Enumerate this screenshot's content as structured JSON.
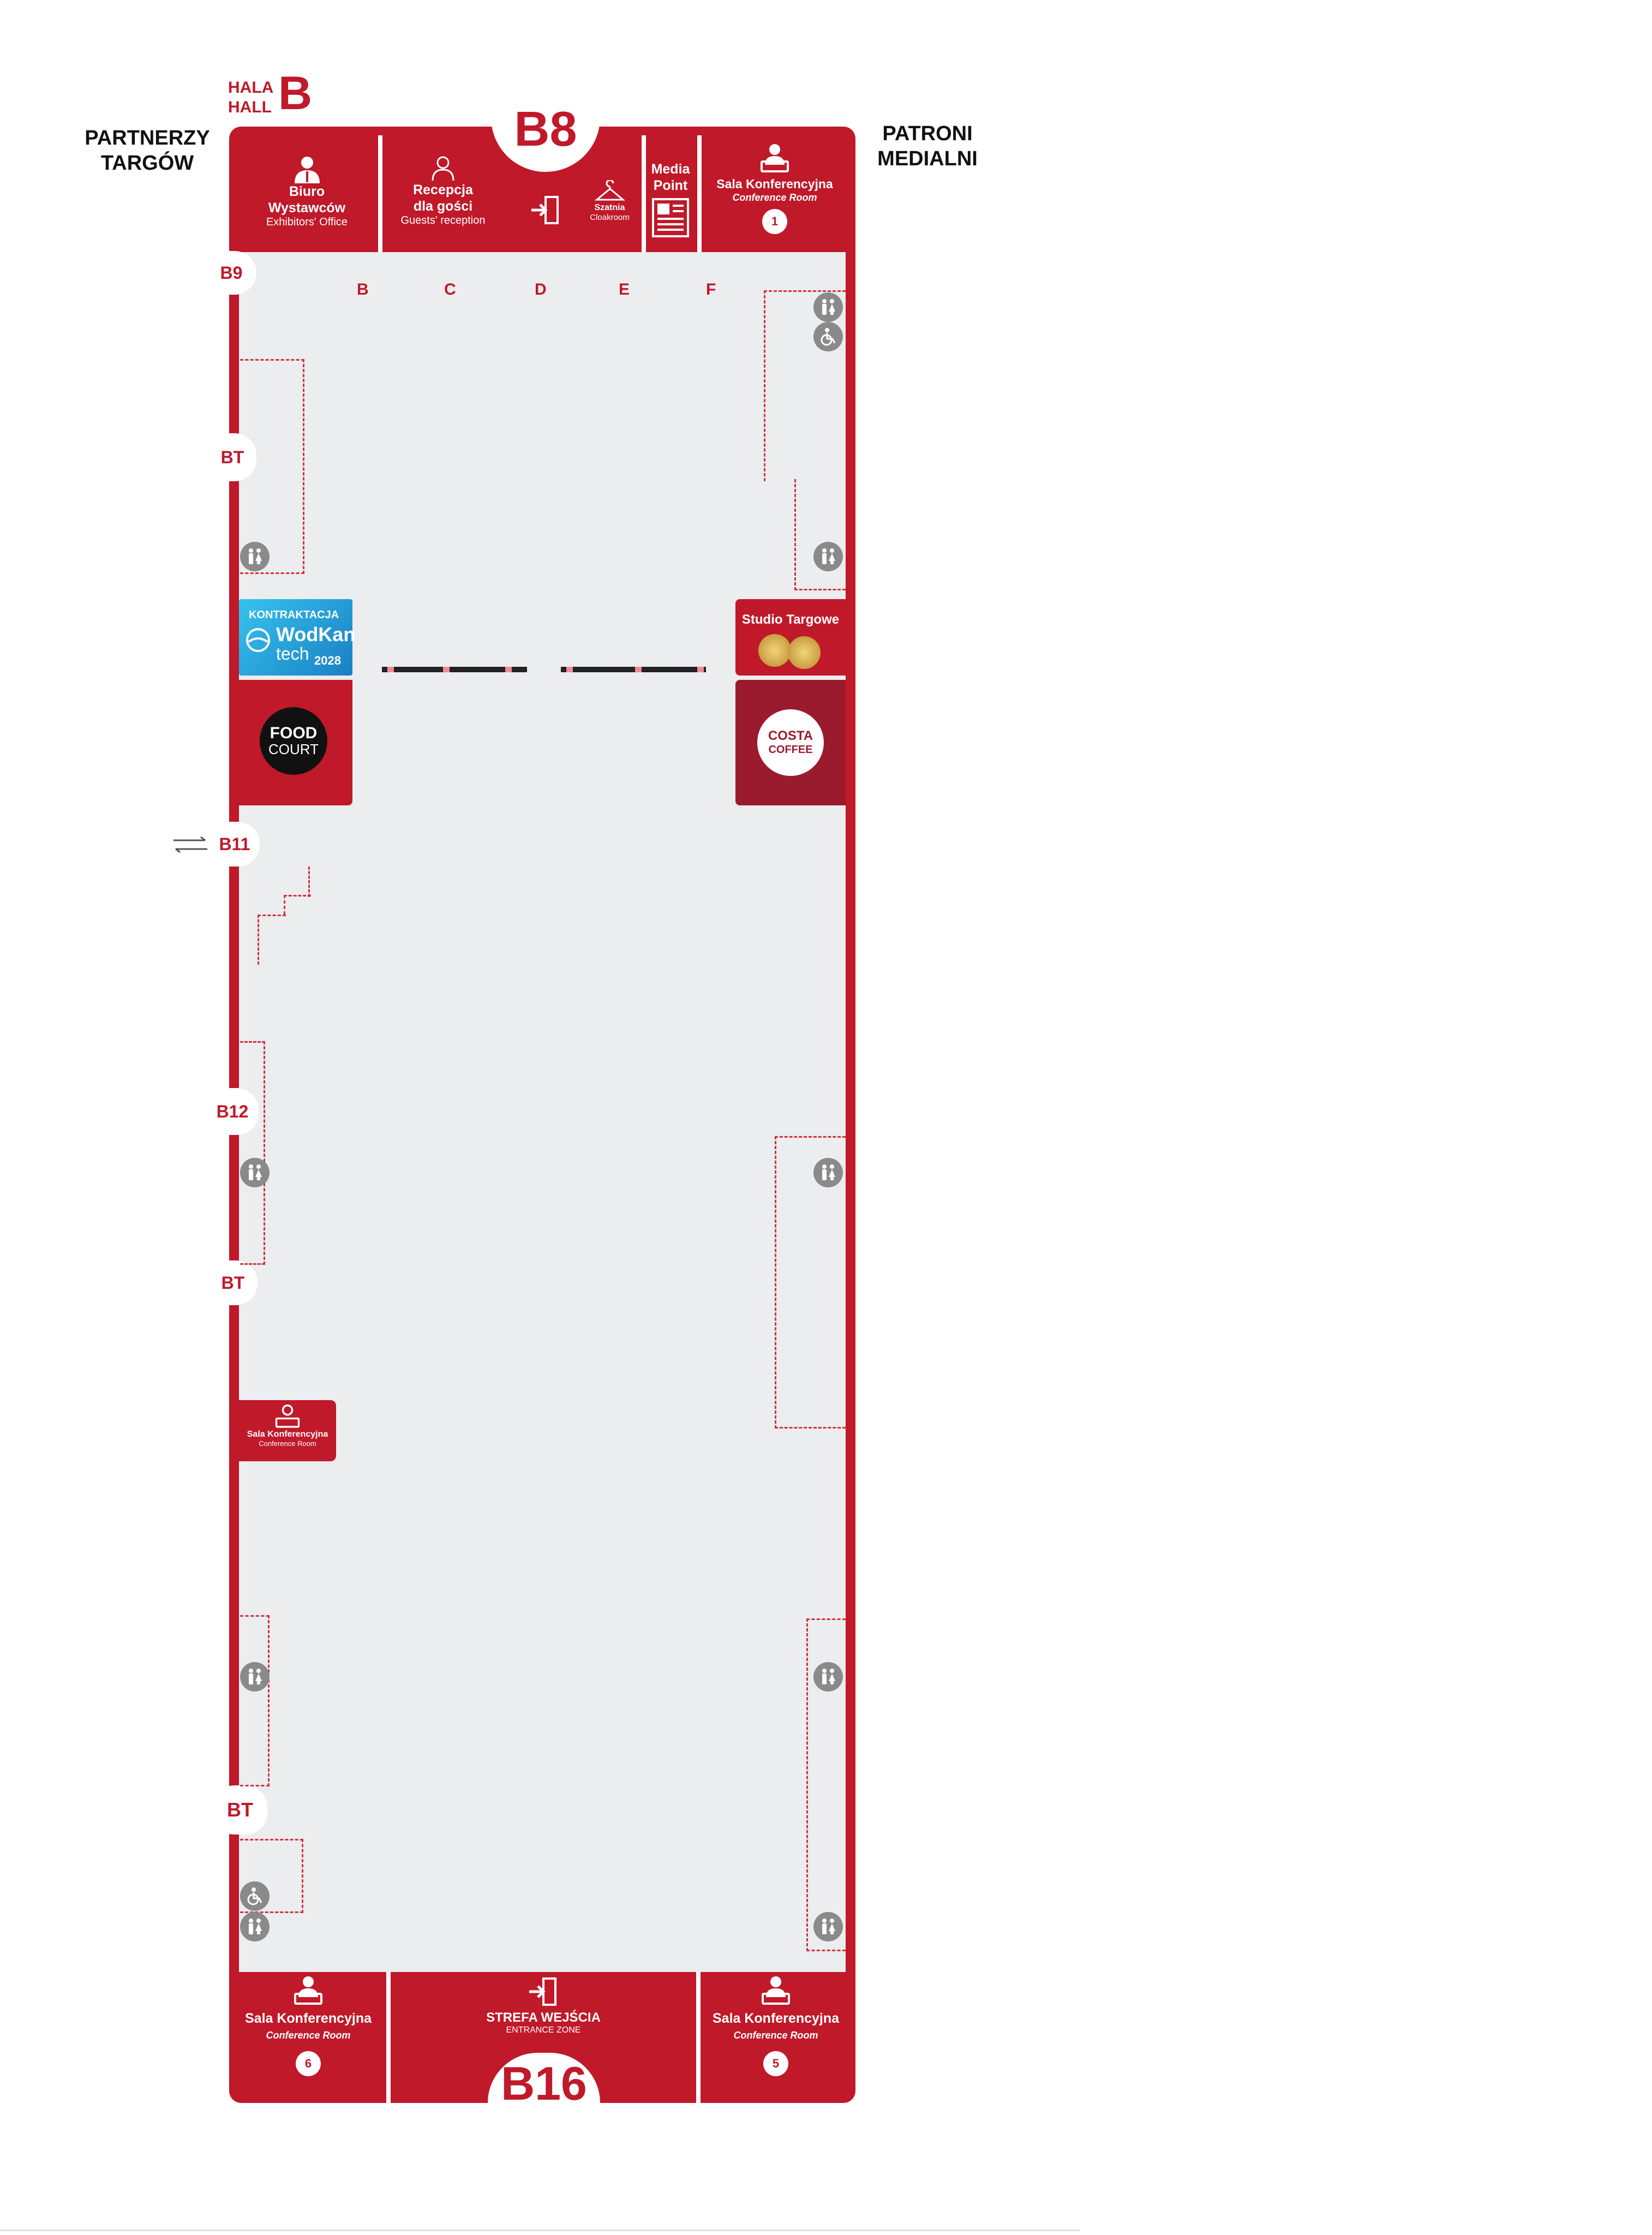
{
  "hall": {
    "line1": "HALA",
    "line2": "HALL",
    "letter": "B"
  },
  "sidebar_left": {
    "title_line1": "PARTNERZY",
    "title_line2": "TARGÓW"
  },
  "sidebar_right": {
    "title_line1": "PATRONI",
    "title_line2": "MEDIALNI"
  },
  "gates": {
    "top": "B8",
    "bottom": "B16"
  },
  "side_gates": {
    "b9": "B9",
    "bt1": "BT",
    "b11": "B11",
    "b12": "B12",
    "bt2": "BT",
    "bt3": "BT"
  },
  "top_rooms": {
    "biuro": {
      "title1": "Biuro",
      "title2": "Wystawców",
      "sub": "Exhibitors' Office"
    },
    "recepcja": {
      "title1": "Recepcja",
      "title2": "dla gości",
      "sub": "Guests' reception"
    },
    "szatnia": {
      "title": "Szatnia",
      "sub": "Cloakroom"
    },
    "media": {
      "title1": "Media",
      "title2": "Point"
    },
    "conf1": {
      "title": "Sala Konferencyjna",
      "sub": "Conference Room",
      "number": "1"
    }
  },
  "column_labels": [
    "B",
    "C",
    "D",
    "E",
    "F"
  ],
  "features": {
    "kontraktacja": {
      "top": "KONTRAKTACJA",
      "brand1": "WodKan",
      "brand2": "tech",
      "year": "2028"
    },
    "food_court": {
      "line1": "FOOD",
      "line2": "COURT"
    },
    "studio": {
      "title": "Studio Targowe"
    },
    "costa": {
      "line1": "COSTA",
      "line2": "COFFEE"
    },
    "conf_left": {
      "title": "Sala Konferencyjna",
      "sub": "Conference Room"
    }
  },
  "bottom_rooms": {
    "conf6": {
      "title": "Sala Konferencyjna",
      "sub": "Conference Room",
      "number": "6"
    },
    "entrance": {
      "title": "STREFA WEJŚCIA",
      "sub": "ENTRANCE ZONE"
    },
    "conf5": {
      "title": "Sala Konferencyjna",
      "sub": "Conference Room",
      "number": "5"
    }
  },
  "colors": {
    "brand_red": "#c0192a",
    "floor_grey": "#ebedef",
    "costa_red": "#9b1b2e",
    "wc_grey": "#8a8a8a"
  },
  "icons": [
    "person-icon",
    "receptionist-icon",
    "entrance-door-icon",
    "hanger-icon",
    "newspaper-icon",
    "speaker-podium-icon",
    "toilet-icon",
    "wheelchair-icon",
    "arrows-icon"
  ]
}
